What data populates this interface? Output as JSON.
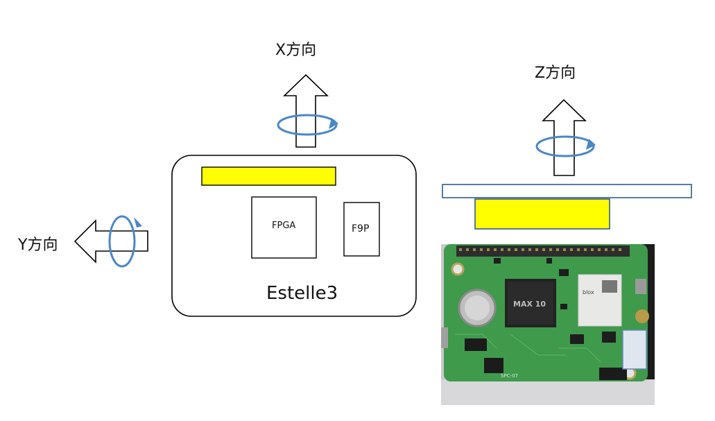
{
  "labels": {
    "x_direction": "X方向",
    "y_direction": "Y方向",
    "z_direction": "Z方向",
    "fpga": "FPGA",
    "f9p": "F9P",
    "board_name": "Estelle3"
  },
  "photo": {
    "chip_brand": "MAX 10",
    "gnss_module": "blox",
    "board_code": "SPC-07"
  },
  "colors": {
    "yellow_block": "#ffff00",
    "outline": "#000000",
    "rotation_arrow": "#4a86c8",
    "side_plate_border": "#2e5a8a",
    "side_block_border": "#2e5a8a",
    "pcb_green": "#3f9a4c"
  }
}
